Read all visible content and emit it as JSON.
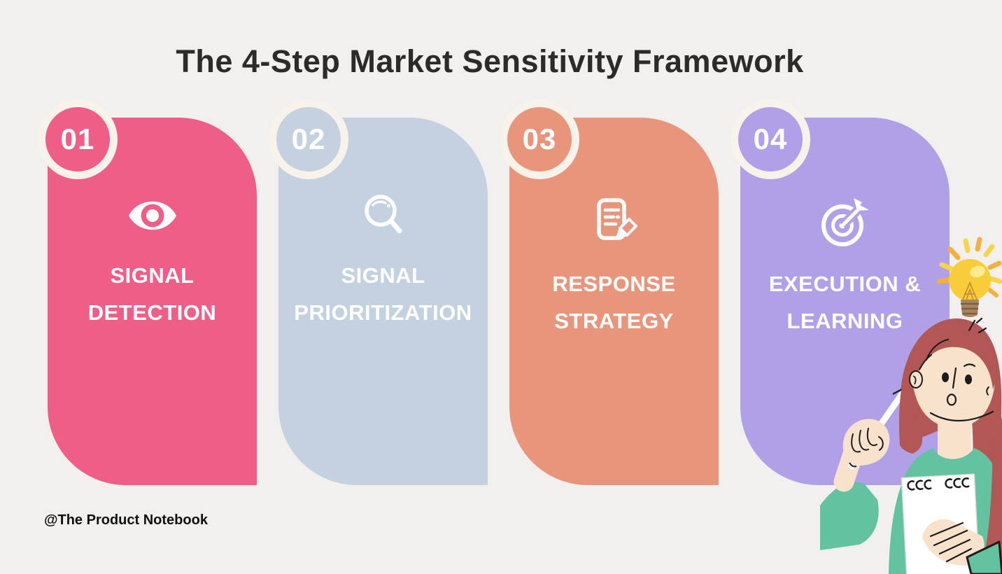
{
  "title": "The 4-Step Market Sensitivity Framework",
  "watermark": "@The Product Notebook",
  "colors": {
    "background": "#f1f0ee",
    "title_ink": "#2d2a27",
    "badge_ring": "#f7f3ea",
    "label_text": "#ffffff",
    "hair": "#b25755",
    "skin": "#f8e2cb",
    "sweater": "#63c3a0",
    "outline_ink": "#1c1c1c",
    "notepad": "#ffffff",
    "bulb": "#f9cd3a",
    "bulb_highlight": "#fdeb92",
    "ray_orange": "#f3b13c",
    "ray_yellow": "#f9d44a",
    "bulb_base": "#a8855f"
  },
  "steps": [
    {
      "number": "01",
      "label_line1": "SIGNAL",
      "label_line2": "DETECTION",
      "color": "#ef5e87",
      "icon": "eye-icon"
    },
    {
      "number": "02",
      "label_line1": "SIGNAL",
      "label_line2": "PRIORITIZATION",
      "color": "#c3d1e1",
      "icon": "magnifying-glass-icon"
    },
    {
      "number": "03",
      "label_line1": "RESPONSE",
      "label_line2": "STRATEGY",
      "color": "#e9957b",
      "icon": "document-pencil-icon"
    },
    {
      "number": "04",
      "label_line1": "EXECUTION &",
      "label_line2": "LEARNING",
      "color": "#b0a0e8",
      "icon": "target-dart-icon"
    }
  ]
}
